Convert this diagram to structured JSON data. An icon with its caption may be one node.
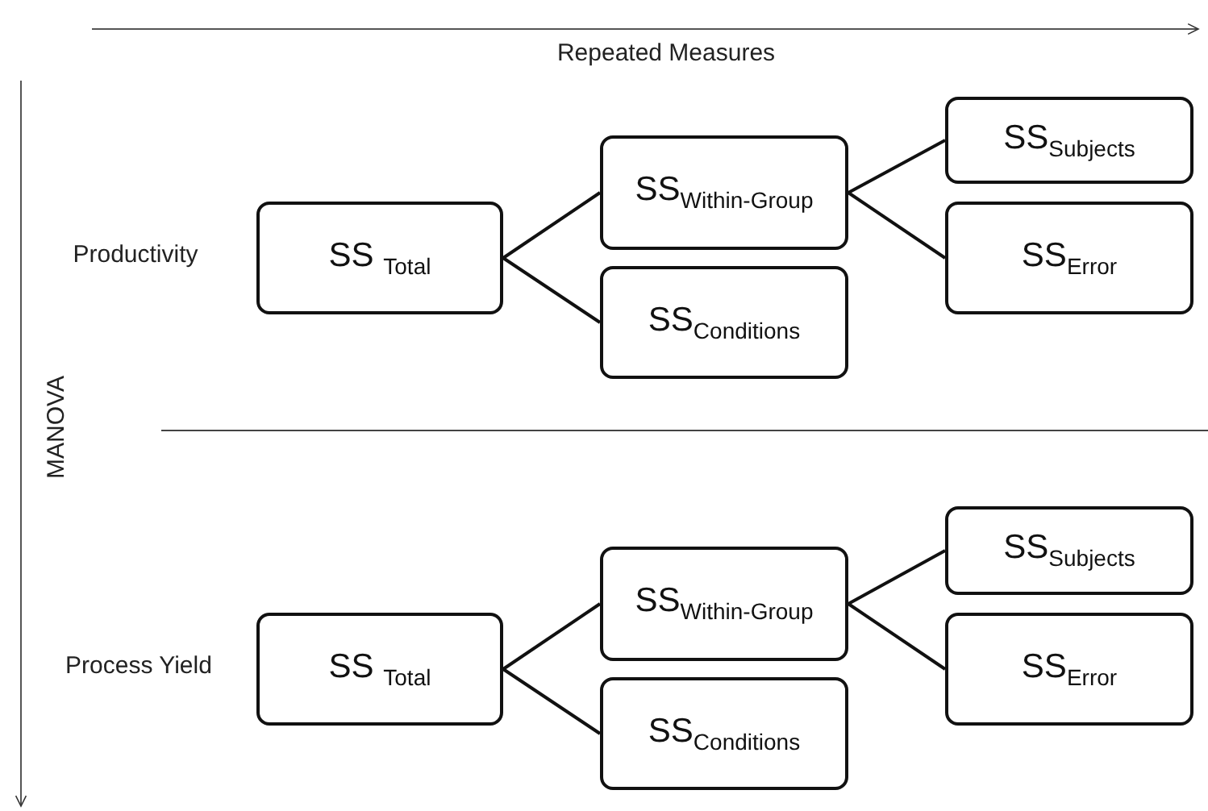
{
  "diagram": {
    "nodes": [
      {
        "text": [
          "SS $_{Total}$"
        ]
      },
      {
        "text": [
          "SS$_{Within-Group}$"
        ]
      },
      {
        "text": [
          "SS$_{Conditions}$"
        ]
      },
      {
        "text": [
          "SS$_{Subjects}$"
        ]
      },
      {
        "text": [
          "SS$_{Error}$"
        ]
      },
      {
        "text": [
          "SS $_{Total}$"
        ]
      },
      {
        "text": [
          "SS$_{Within-Group}$"
        ]
      },
      {
        "text": [
          "SS$_{Conditions}$"
        ]
      },
      {
        "text": [
          "SS$_{Subjects}$"
        ]
      },
      {
        "text": [
          "SS$_{Error}$"
        ]
      }
    ],
    "edges": [
      {
        "from": 0,
        "to": 1,
        "arrow": "none"
      },
      {
        "from": 0,
        "to": 2,
        "arrow": "none"
      },
      {
        "from": 1,
        "to": 3,
        "arrow": "none"
      },
      {
        "from": 1,
        "to": 4,
        "arrow": "none"
      },
      {
        "from": 5,
        "to": 6,
        "arrow": "none"
      },
      {
        "from": 5,
        "to": 7,
        "arrow": "none"
      },
      {
        "from": 6,
        "to": 8,
        "arrow": "none"
      },
      {
        "from": 6,
        "to": 9,
        "arrow": "none"
      }
    ],
    "labels": [
      "Repeated Measures",
      "MANOVA",
      "Productivity",
      "Process Yield"
    ]
  }
}
